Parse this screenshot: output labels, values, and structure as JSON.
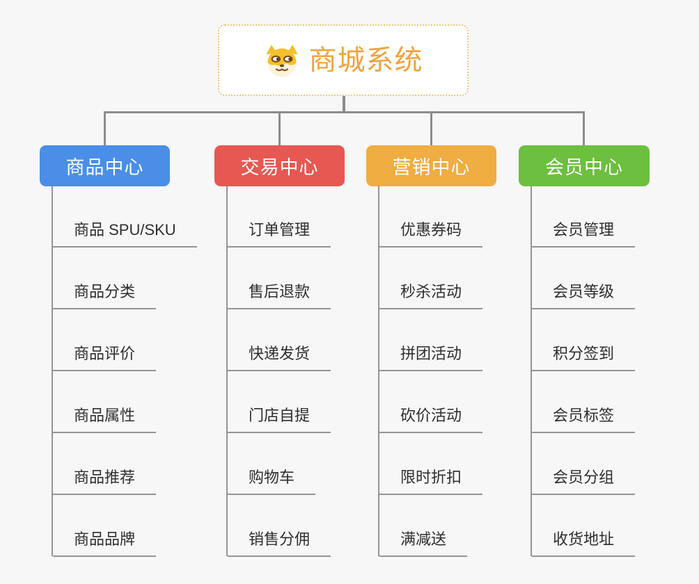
{
  "root": {
    "label": "商城系统",
    "icon": "dog-face-icon",
    "text_color": "#efa43e",
    "border_color": "#f1c47c"
  },
  "connector_color": "#8c8c8c",
  "branches": [
    {
      "label": "商品中心",
      "color": "#4a8ee8",
      "children": [
        "商品 SPU/SKU",
        "商品分类",
        "商品评价",
        "商品属性",
        "商品推荐",
        "商品品牌"
      ]
    },
    {
      "label": "交易中心",
      "color": "#e85852",
      "children": [
        "订单管理",
        "售后退款",
        "快递发货",
        "门店自提",
        "购物车",
        "销售分佣"
      ]
    },
    {
      "label": "营销中心",
      "color": "#efad42",
      "children": [
        "优惠券码",
        "秒杀活动",
        "拼团活动",
        "砍价活动",
        "限时折扣",
        "满减送"
      ]
    },
    {
      "label": "会员中心",
      "color": "#6cbf3f",
      "children": [
        "会员管理",
        "会员等级",
        "积分签到",
        "会员标签",
        "会员分组",
        "收货地址"
      ]
    }
  ]
}
